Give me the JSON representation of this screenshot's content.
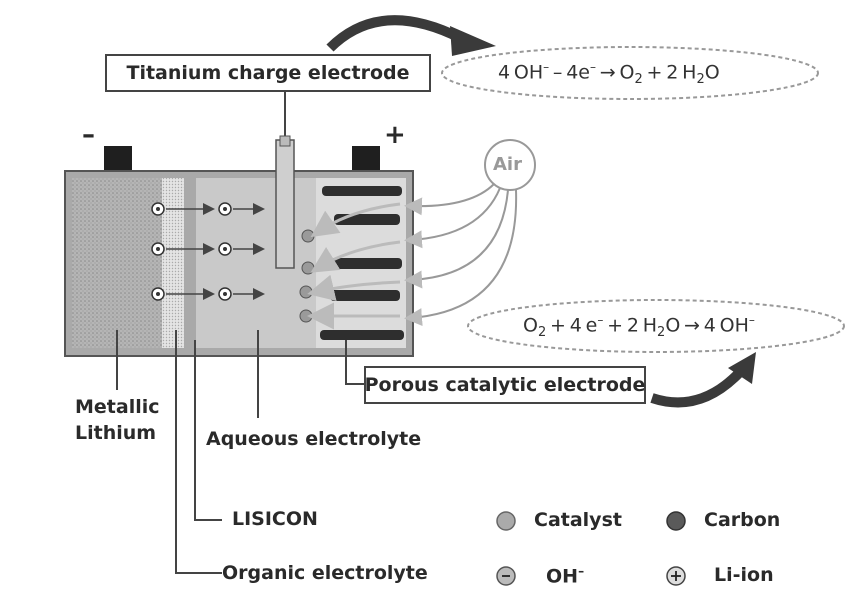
{
  "labels": {
    "titanium_electrode": "Titanium charge electrode",
    "porous_electrode": "Porous catalytic electrode",
    "air": "Air",
    "metallic": "Metallic",
    "lithium": "Lithium",
    "aqueous": "Aqueous electrolyte",
    "lisicon": "LISICON",
    "organic": "Organic electrolyte",
    "minus": "–",
    "plus": "+"
  },
  "equations": {
    "charge": {
      "a": "4 OH",
      "b": "–",
      "c": " – 4e",
      "d": "–",
      "e": " → O",
      "f": "2",
      "g": " + 2 H",
      "h": "2",
      "i": "O"
    },
    "discharge": {
      "a": "O",
      "b": "2",
      "c": " + 4 e",
      "d": "–",
      "e": " + 2 H",
      "f": "2",
      "g": "O → 4 OH",
      "h": "–"
    }
  },
  "legend": {
    "catalyst": "Catalyst",
    "carbon": "Carbon",
    "oh": "OH",
    "oh_sup": "–",
    "liion": "Li-ion"
  },
  "colors": {
    "catalyst": "#a8a8a8",
    "carbon": "#5a5a5a",
    "battery_body": "#bdbdbd",
    "arrow": "#3a3a3a"
  }
}
